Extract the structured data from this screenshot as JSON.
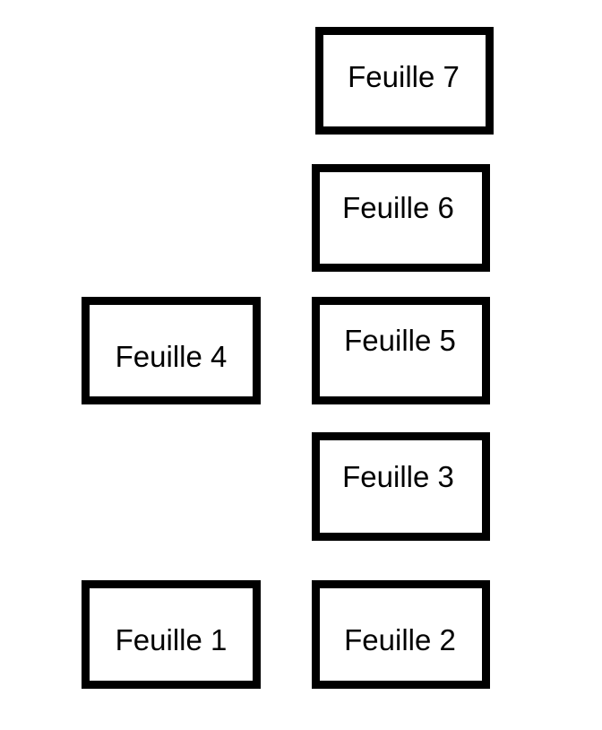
{
  "sheets": {
    "s1": {
      "label": "Feuille 1"
    },
    "s2": {
      "label": "Feuille 2"
    },
    "s3": {
      "label": "Feuille 3"
    },
    "s4": {
      "label": "Feuille 4"
    },
    "s5": {
      "label": "Feuille 5"
    },
    "s6": {
      "label": "Feuille 6"
    },
    "s7": {
      "label": "Feuille 7"
    }
  },
  "colors": {
    "border": "#000000",
    "background": "#ffffff",
    "text": "#000000"
  }
}
